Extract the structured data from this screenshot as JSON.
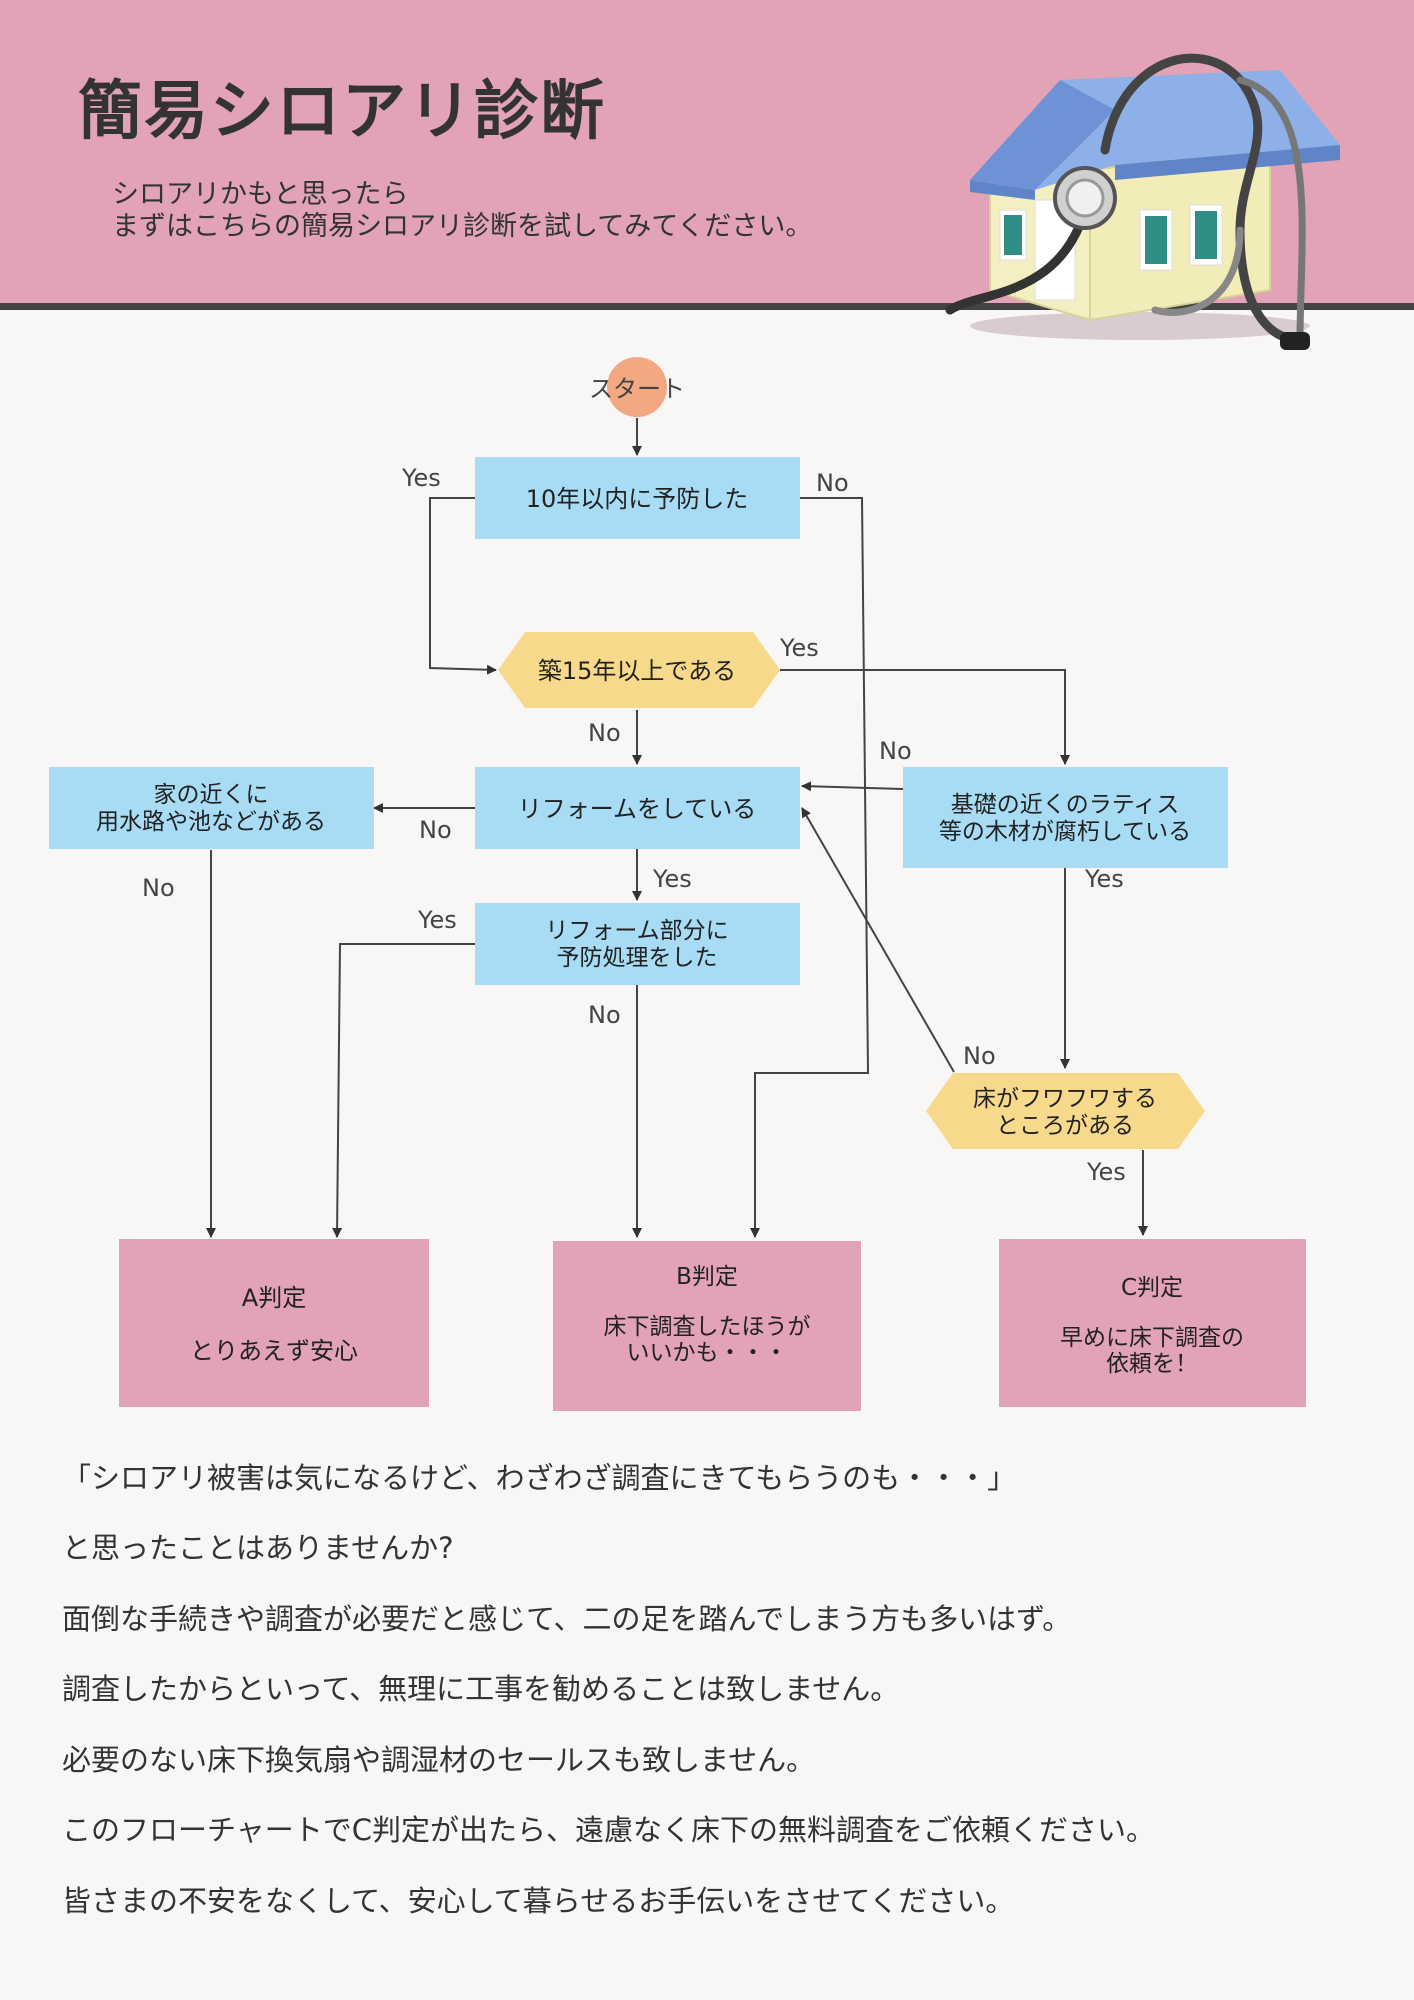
{
  "header": {
    "title": "簡易シロアリ診断",
    "subtitle_lines": [
      "シロアリかもと思ったら",
      "まずはこちらの簡易シロアリ診断を試してみてください。"
    ]
  },
  "colors": {
    "header_bg": "#e1a3b5",
    "question_box": "#a8dcf5",
    "decision_hex": "#f7d98c",
    "result_box": "#e1a3b5",
    "start_circle": "#f4a882"
  },
  "flowchart": {
    "start": "スタート",
    "q1": "10年以内に予防した",
    "q2": "築15年以上である",
    "q3": "リフォームをしている",
    "q4": [
      "家の近くに",
      "用水路や池などがある"
    ],
    "q5": [
      "基礎の近くのラティス",
      "等の木材が腐朽している"
    ],
    "q6": [
      "リフォーム部分に",
      "予防処理をした"
    ],
    "q7": [
      "床がフワフワする",
      "ところがある"
    ],
    "result_a": {
      "title": "A判定",
      "lines": [
        "とりあえず安心"
      ]
    },
    "result_b": {
      "title": "B判定",
      "lines": [
        "床下調査したほうが",
        "いいかも・・・"
      ]
    },
    "result_c": {
      "title": "C判定",
      "lines": [
        "早めに床下調査の",
        "依頼を！"
      ]
    },
    "yes": "Yes",
    "no": "No"
  },
  "body_text": [
    "「シロアリ被害は気になるけど、わざわざ調査にきてもらうのも・・・」",
    "と思ったことはありませんか?",
    "面倒な手続きや調査が必要だと感じて、二の足を踏んでしまう方も多いはず。",
    "調査したからといって、無理に工事を勧めることは致しません。",
    "必要のない床下換気扇や調湿材のセールスも致しません。",
    "このフローチャートでC判定が出たら、遠慮なく床下の無料調査をご依頼ください。",
    "皆さまの不安をなくして、安心して暮らせるお手伝いをさせてください。"
  ]
}
